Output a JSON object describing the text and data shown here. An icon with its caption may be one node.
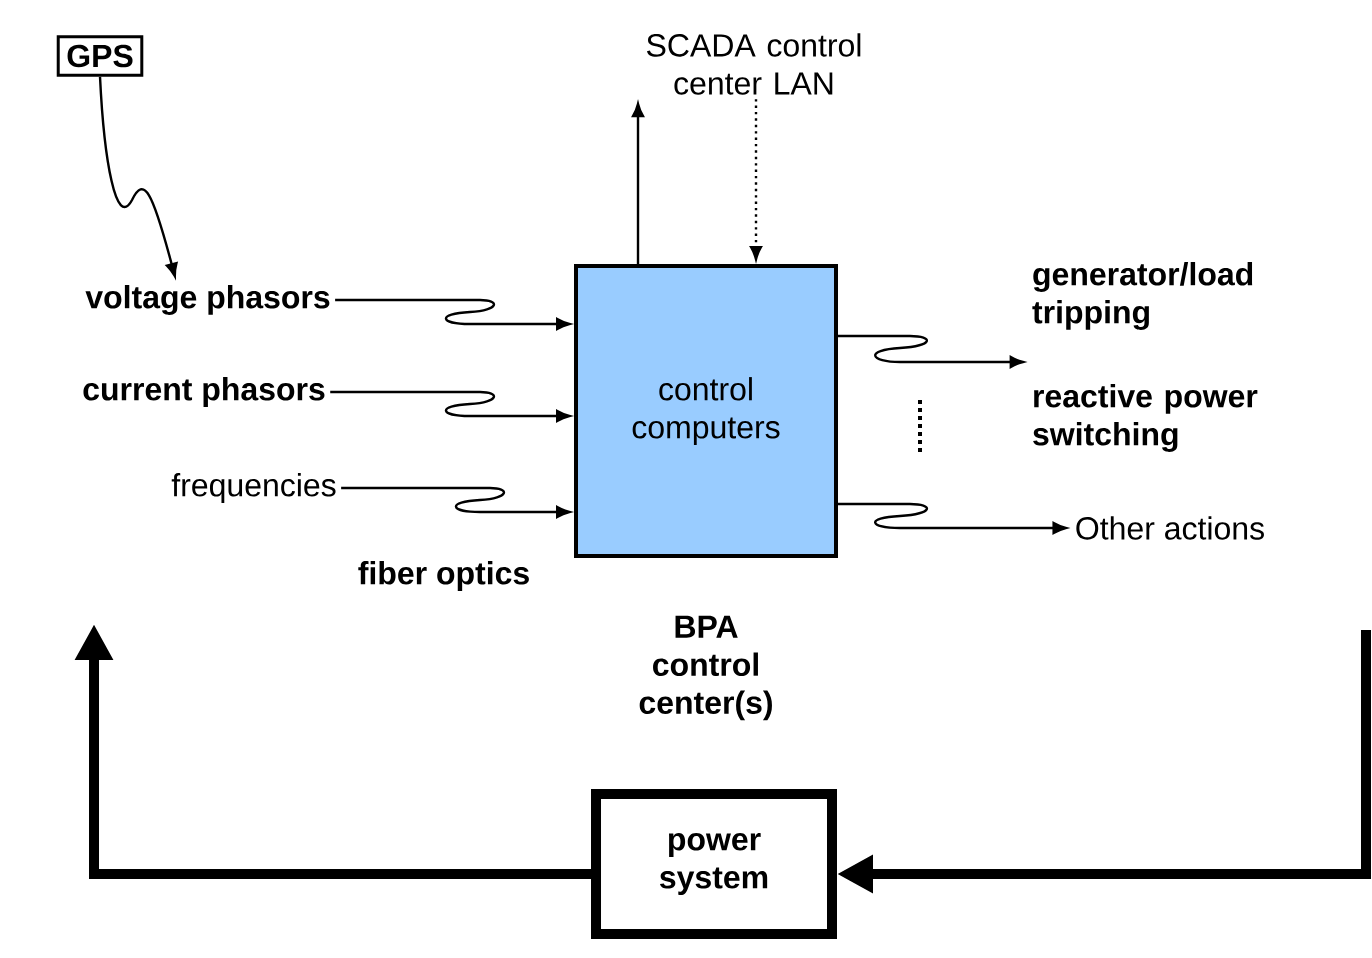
{
  "diagram": {
    "nodes": [
      {
        "text": [
          "GPS"
        ]
      },
      {
        "text": [
          "voltage phasors"
        ]
      },
      {
        "text": [
          "current phasors"
        ]
      },
      {
        "text": [
          "frequencies"
        ]
      },
      {
        "text": [
          "control computers"
        ],
        "beside": [
          "BPA control center(s)"
        ]
      },
      {
        "text": [
          "SCADA control center LAN"
        ]
      },
      {
        "text": [
          "generator/load tripping"
        ]
      },
      {
        "text": [
          "reactive power switching"
        ]
      },
      {
        "text": [
          "Other actions"
        ]
      },
      {
        "text": [
          "power system"
        ]
      }
    ],
    "edges": [
      {
        "from": 0,
        "to": 1,
        "arrow": "to"
      },
      {
        "from": 1,
        "to": 4,
        "arrow": "to"
      },
      {
        "from": 2,
        "to": 4,
        "arrow": "to"
      },
      {
        "from": 3,
        "to": 4,
        "arrow": "to"
      },
      {
        "from": 4,
        "to": 5,
        "arrow": "to"
      },
      {
        "from": 5,
        "to": 4,
        "arrow": "to",
        "style": "dashed"
      },
      {
        "from": 4,
        "to": 6,
        "arrow": "to"
      },
      {
        "from": 4,
        "to": 8,
        "arrow": "to"
      },
      {
        "from": null,
        "to": 9,
        "arrow": "to",
        "style": "thick"
      },
      {
        "from": 9,
        "to": null,
        "arrow": "to",
        "style": "thick"
      }
    ],
    "labels": [
      "fiber optics"
    ]
  }
}
